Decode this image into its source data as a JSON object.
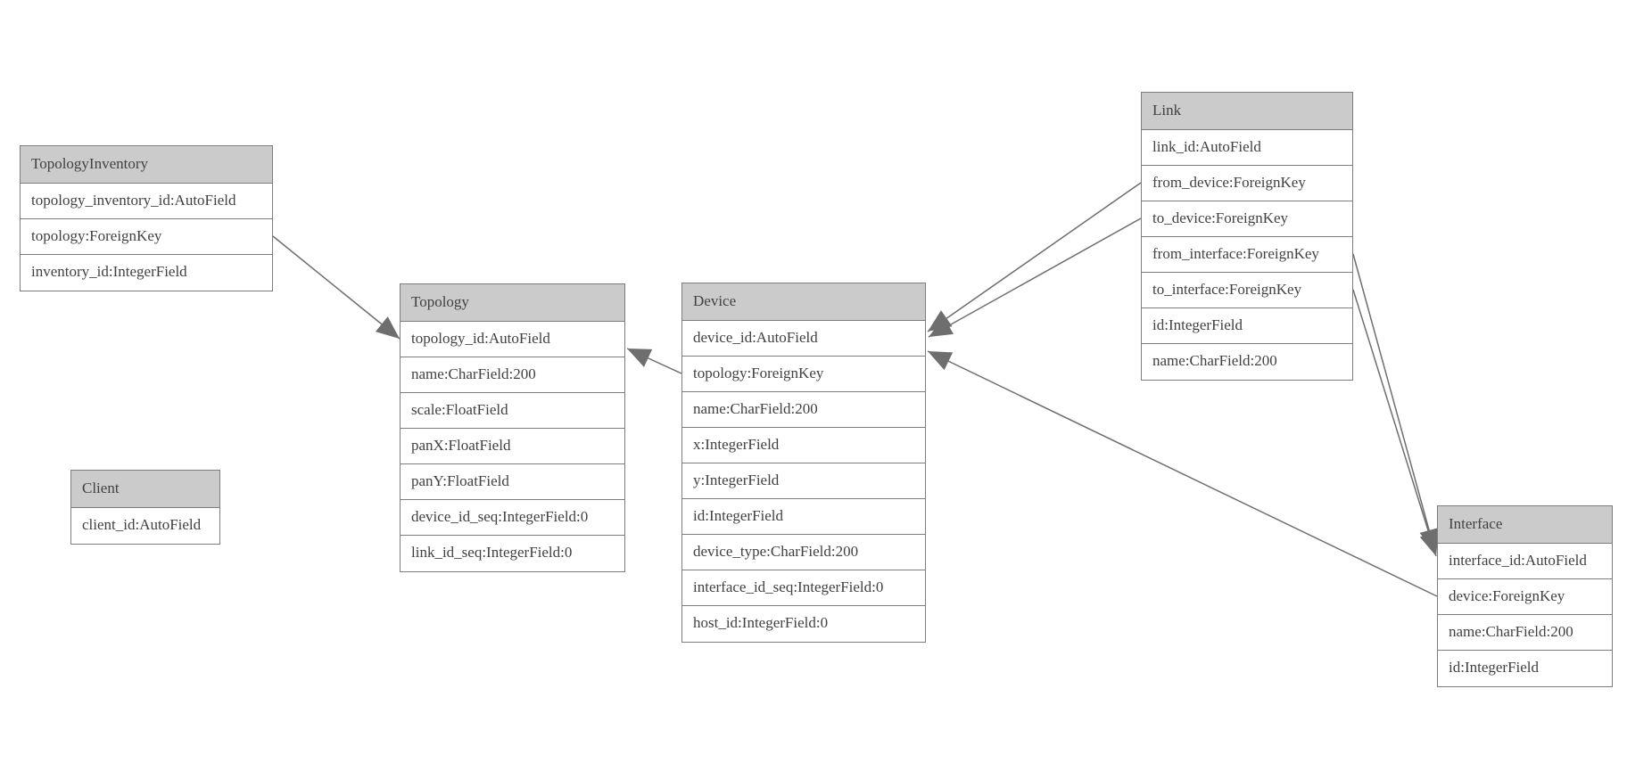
{
  "diagram": {
    "type": "entity-relationship-model",
    "background_color": "#ffffff",
    "colors": {
      "header_fill": "#cbcbcb",
      "box_border": "#7d7d7d",
      "relation_line": "#6e6e6e",
      "arrowhead_fill": "#6e6e6e",
      "text": "#414141"
    },
    "entities": [
      {
        "name": "TopologyInventory",
        "fields": [
          "topology_inventory_id:AutoField",
          "topology:ForeignKey",
          "inventory_id:IntegerField"
        ]
      },
      {
        "name": "Topology",
        "fields": [
          "topology_id:AutoField",
          "name:CharField:200",
          "scale:FloatField",
          "panX:FloatField",
          "panY:FloatField",
          "device_id_seq:IntegerField:0",
          "link_id_seq:IntegerField:0"
        ]
      },
      {
        "name": "Client",
        "fields": [
          "client_id:AutoField"
        ]
      },
      {
        "name": "Device",
        "fields": [
          "device_id:AutoField",
          "topology:ForeignKey",
          "name:CharField:200",
          "x:IntegerField",
          "y:IntegerField",
          "id:IntegerField",
          "device_type:CharField:200",
          "interface_id_seq:IntegerField:0",
          "host_id:IntegerField:0"
        ]
      },
      {
        "name": "Link",
        "fields": [
          "link_id:AutoField",
          "from_device:ForeignKey",
          "to_device:ForeignKey",
          "from_interface:ForeignKey",
          "to_interface:ForeignKey",
          "id:IntegerField",
          "name:CharField:200"
        ]
      },
      {
        "name": "Interface",
        "fields": [
          "interface_id:AutoField",
          "device:ForeignKey",
          "name:CharField:200",
          "id:IntegerField"
        ]
      }
    ],
    "relations": [
      {
        "from": "TopologyInventory.topology",
        "to": "Topology.topology_id"
      },
      {
        "from": "Device.topology",
        "to": "Topology.topology_id"
      },
      {
        "from": "Link.from_device",
        "to": "Device.device_id"
      },
      {
        "from": "Link.to_device",
        "to": "Device.device_id"
      },
      {
        "from": "Link.from_interface",
        "to": "Interface.interface_id"
      },
      {
        "from": "Link.to_interface",
        "to": "Interface.interface_id"
      },
      {
        "from": "Interface.device",
        "to": "Device.device_id"
      }
    ]
  }
}
